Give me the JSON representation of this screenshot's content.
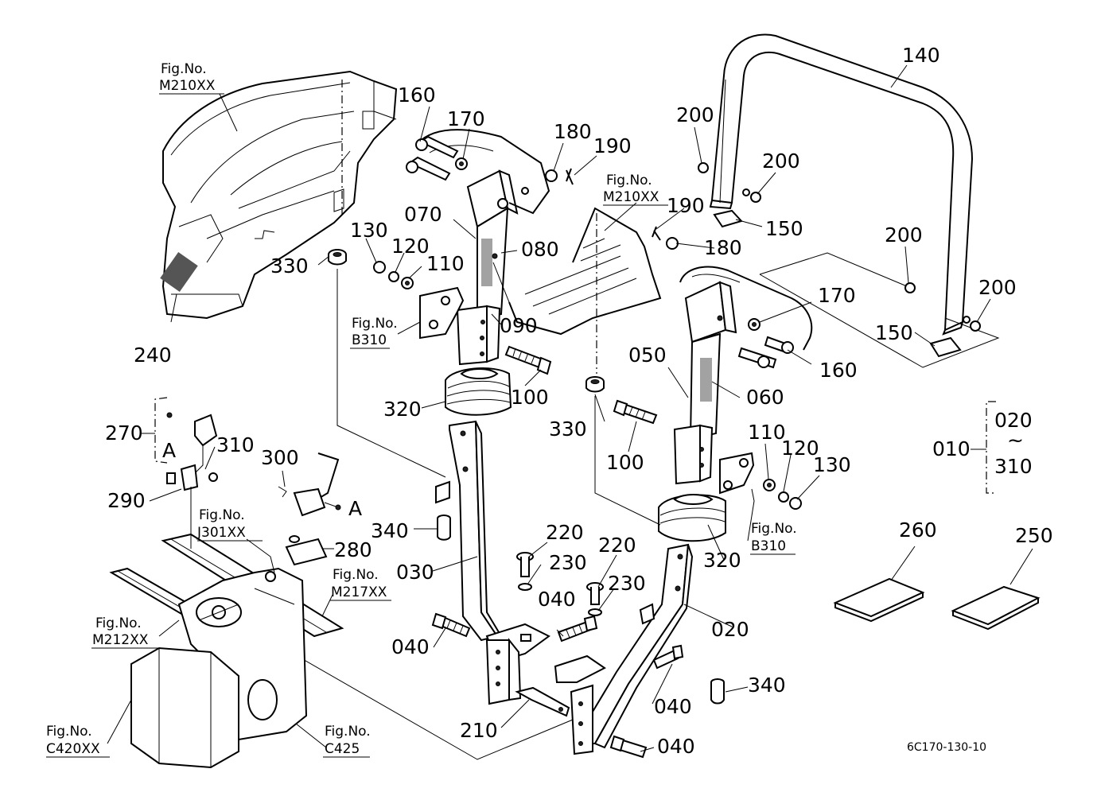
{
  "diagram_code": "6C170-130-10",
  "part_labels": {
    "p010": "010",
    "p020": "020",
    "p030": "030",
    "p040a": "040",
    "p040b": "040",
    "p040c": "040",
    "p040d": "040",
    "p050": "050",
    "p060": "060",
    "p070": "070",
    "p080": "080",
    "p090": "090",
    "p100a": "100",
    "p100b": "100",
    "p110a": "110",
    "p110b": "110",
    "p120a": "120",
    "p120b": "120",
    "p130a": "130",
    "p130b": "130",
    "p140": "140",
    "p150a": "150",
    "p150b": "150",
    "p160a": "160",
    "p160b": "160",
    "p170a": "170",
    "p170b": "170",
    "p180a": "180",
    "p180b": "180",
    "p190a": "190",
    "p190b": "190",
    "p200a": "200",
    "p200b": "200",
    "p200c": "200",
    "p200d": "200",
    "p210": "210",
    "p220a": "220",
    "p220b": "220",
    "p230a": "230",
    "p230b": "230",
    "p240": "240",
    "p250": "250",
    "p260": "260",
    "p270": "270",
    "p280": "280",
    "p290": "290",
    "p300": "300",
    "p310": "310",
    "p320a": "320",
    "p320b": "320",
    "p330a": "330",
    "p330b": "330",
    "p340a": "340",
    "p340b": "340"
  },
  "range_bracket": {
    "from": "020",
    "tilde": "~",
    "to": "310"
  },
  "detail_marker": {
    "letter_a": "A",
    "letter_b": "A"
  },
  "figure_refs": {
    "m210_left": {
      "prefix": "Fig.No.",
      "code": "M210XX"
    },
    "m210_mid": {
      "prefix": "Fig.No.",
      "code": "M210XX"
    },
    "b310_left": {
      "prefix": "Fig.No.",
      "code": "B310"
    },
    "b310_right": {
      "prefix": "Fig.No.",
      "code": "B310"
    },
    "j301": {
      "prefix": "Fig.No.",
      "code": "J301XX"
    },
    "m217": {
      "prefix": "Fig.No.",
      "code": "M217XX"
    },
    "m212": {
      "prefix": "Fig.No.",
      "code": "M212XX"
    },
    "c420": {
      "prefix": "Fig.No.",
      "code": "C420XX"
    },
    "c425": {
      "prefix": "Fig.No.",
      "code": "C425"
    }
  }
}
